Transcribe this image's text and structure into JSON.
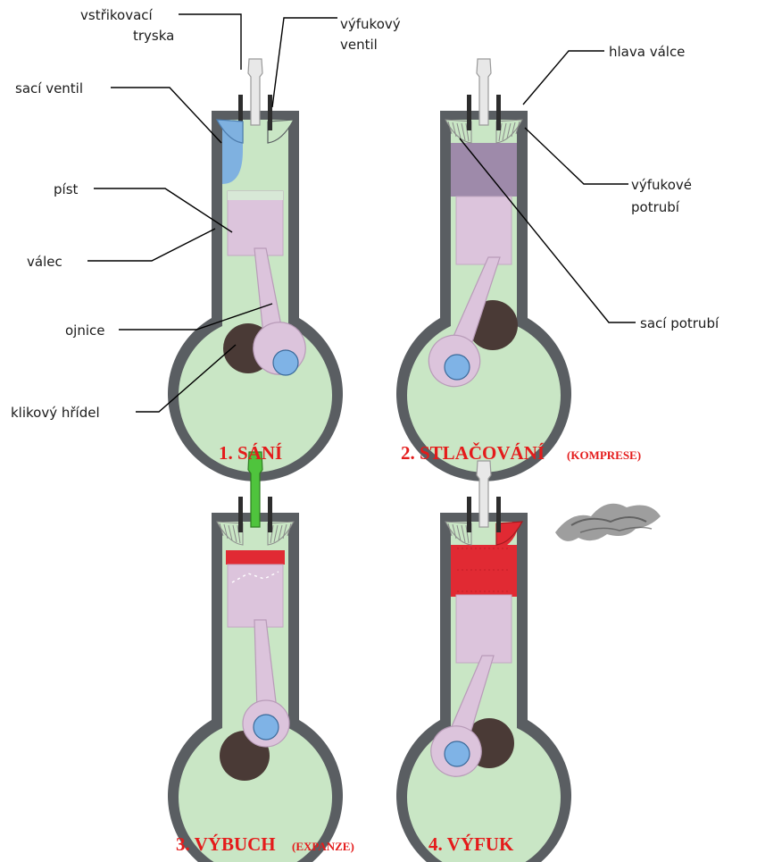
{
  "labels": {
    "vstrikovaci": "vstřikovací",
    "tryska": "tryska",
    "vyfukovy": "výfukový",
    "ventil": "ventil",
    "saci_ventil": "sací ventil",
    "hlava_valce": "hlava válce",
    "pist": "píst",
    "vyfukove": "výfukové",
    "potrubi": "potrubí",
    "valec": "válec",
    "ojnice": "ojnice",
    "saci_potrubi": "sací potrubí",
    "klikovy_hridel": "klikový hřídel"
  },
  "captions": {
    "s1": "1. SÁNÍ",
    "s2": "2. STLAČOVÁNÍ",
    "s2_sub": "(KOMPRESE)",
    "s3": "3. VÝBUCH",
    "s3_sub": "(EXPANZE)",
    "s4": "4. VÝFUK"
  },
  "colors": {
    "wall": "#5a5e62",
    "chamber": "#c9e6c5",
    "piston": "#dcc4dc",
    "crank": "#4a3a36",
    "pin": "#7fb3e6",
    "intake_gas": "#7fb1e0",
    "compressed": "#9e8aaa",
    "burn": "#e12a33",
    "injector": "#e8e8e8",
    "injector_active": "#4fc43d",
    "caption": "#e41b1b"
  }
}
